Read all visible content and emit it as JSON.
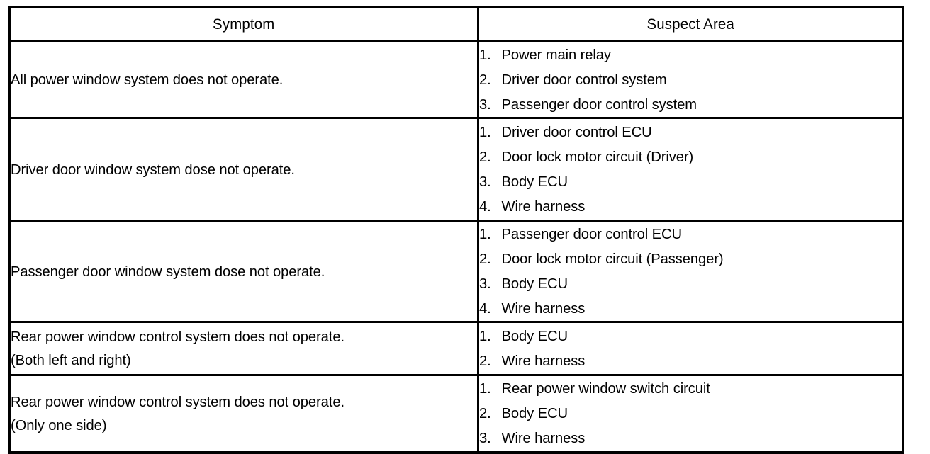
{
  "table": {
    "headers": {
      "symptom": "Symptom",
      "suspect_area": "Suspect Area"
    },
    "rows": [
      {
        "symptom_lines": [
          "All power window system does not operate."
        ],
        "suspect_items": [
          {
            "num": "1.",
            "text": "Power main relay"
          },
          {
            "num": "2.",
            "text": "Driver door control system"
          },
          {
            "num": "3.",
            "text": "Passenger door control system"
          }
        ]
      },
      {
        "symptom_lines": [
          "Driver door window system dose not operate."
        ],
        "suspect_items": [
          {
            "num": "1.",
            "text": "Driver door control ECU"
          },
          {
            "num": "2.",
            "text": "Door lock motor circuit (Driver)"
          },
          {
            "num": "3.",
            "text": "Body ECU"
          },
          {
            "num": "4.",
            "text": "Wire harness"
          }
        ]
      },
      {
        "symptom_lines": [
          "Passenger door window system dose not operate."
        ],
        "suspect_items": [
          {
            "num": "1.",
            "text": "Passenger door control ECU"
          },
          {
            "num": "2.",
            "text": "Door lock motor circuit (Passenger)"
          },
          {
            "num": "3.",
            "text": "Body ECU"
          },
          {
            "num": "4.",
            "text": "Wire harness"
          }
        ]
      },
      {
        "symptom_lines": [
          "Rear power window control system does not operate.",
          "(Both left and right)"
        ],
        "suspect_items": [
          {
            "num": "1.",
            "text": "Body ECU"
          },
          {
            "num": "2.",
            "text": "Wire harness"
          }
        ]
      },
      {
        "symptom_lines": [
          "Rear power window control system does not operate.",
          "(Only one side)"
        ],
        "suspect_items": [
          {
            "num": "1.",
            "text": "Rear power window switch circuit"
          },
          {
            "num": "2.",
            "text": "Body ECU"
          },
          {
            "num": "3.",
            "text": "Wire harness"
          }
        ]
      }
    ]
  },
  "colors": {
    "ink": "#000000",
    "paper": "#ffffff"
  }
}
